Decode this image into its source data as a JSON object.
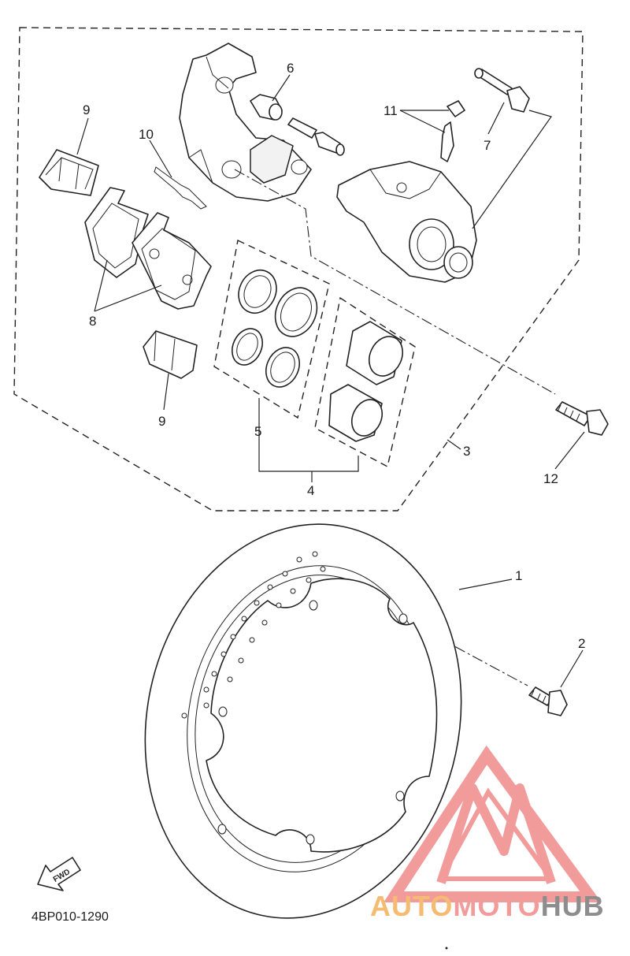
{
  "diagram": {
    "code": "4BP010-1290",
    "callouts": {
      "c1": "1",
      "c2": "2",
      "c3": "3",
      "c4": "4",
      "c5": "5",
      "c6": "6",
      "c7": "7",
      "c8": "8",
      "c9a": "9",
      "c9b": "9",
      "c10": "10",
      "c11": "11",
      "c12": "12"
    },
    "fwd_label": "FWD"
  },
  "watermark": {
    "part1": "AUTO",
    "part2": "MOTO",
    "part3": "HUB",
    "color_primary": "#f08a8a",
    "color_secondary": "#f5b05a",
    "color_dark": "#7a7a7a"
  }
}
